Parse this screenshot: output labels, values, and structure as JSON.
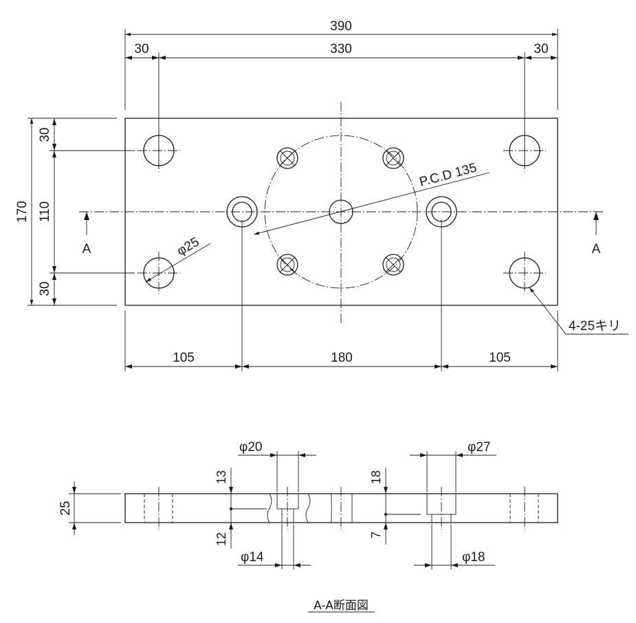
{
  "top_view": {
    "dims": {
      "overall_width": "390",
      "inner_span": "330",
      "left_offset": "30",
      "right_offset": "30",
      "overall_height": "170",
      "height_top": "30",
      "height_mid": "110",
      "height_bottom": "30",
      "bottom_left": "105",
      "bottom_mid": "180",
      "bottom_right": "105"
    },
    "callouts": {
      "pcd": "P.C.D 135",
      "hole_diameter": "φ25",
      "hole_note": "4-25キリ"
    },
    "section_markers": {
      "left": "A",
      "right": "A"
    }
  },
  "section_view": {
    "title": "A-A断面図",
    "dims": {
      "thickness": "25",
      "left_counterbore_dia": "φ20",
      "left_counterbore_depth": "13",
      "left_thru_depth": "12",
      "left_thru_dia": "φ14",
      "right_counterbore_dia": "φ27",
      "right_counterbore_depth": "18",
      "right_thru_depth": "7",
      "right_thru_dia": "φ18"
    }
  }
}
